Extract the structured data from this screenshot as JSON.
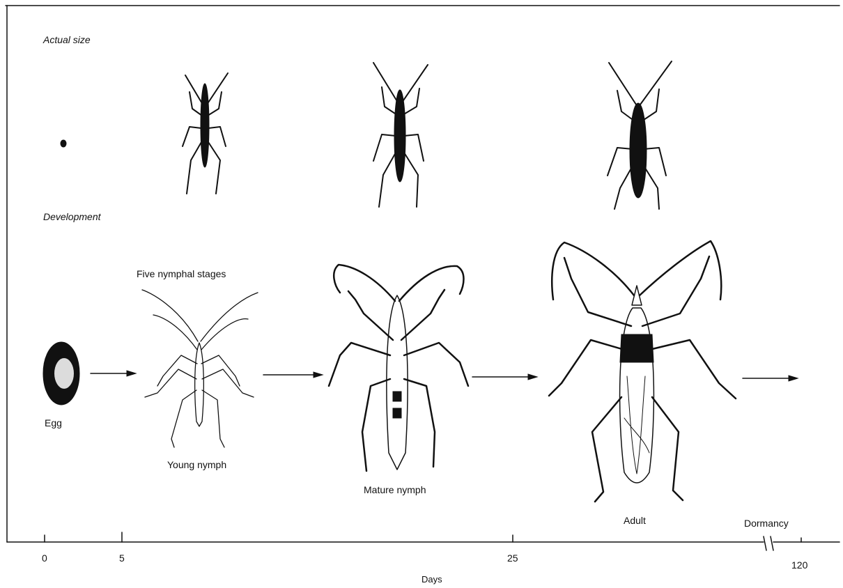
{
  "section_labels": {
    "actual_size": "Actual size",
    "development": "Development"
  },
  "stage_labels": {
    "five_nymphal": "Five nymphal stages",
    "egg": "Egg",
    "young_nymph": "Young nymph",
    "mature_nymph": "Mature nymph",
    "adult": "Adult",
    "dormancy": "Dormancy"
  },
  "axis": {
    "label": "Days",
    "ticks": [
      "0",
      "5",
      "25",
      "120"
    ]
  }
}
